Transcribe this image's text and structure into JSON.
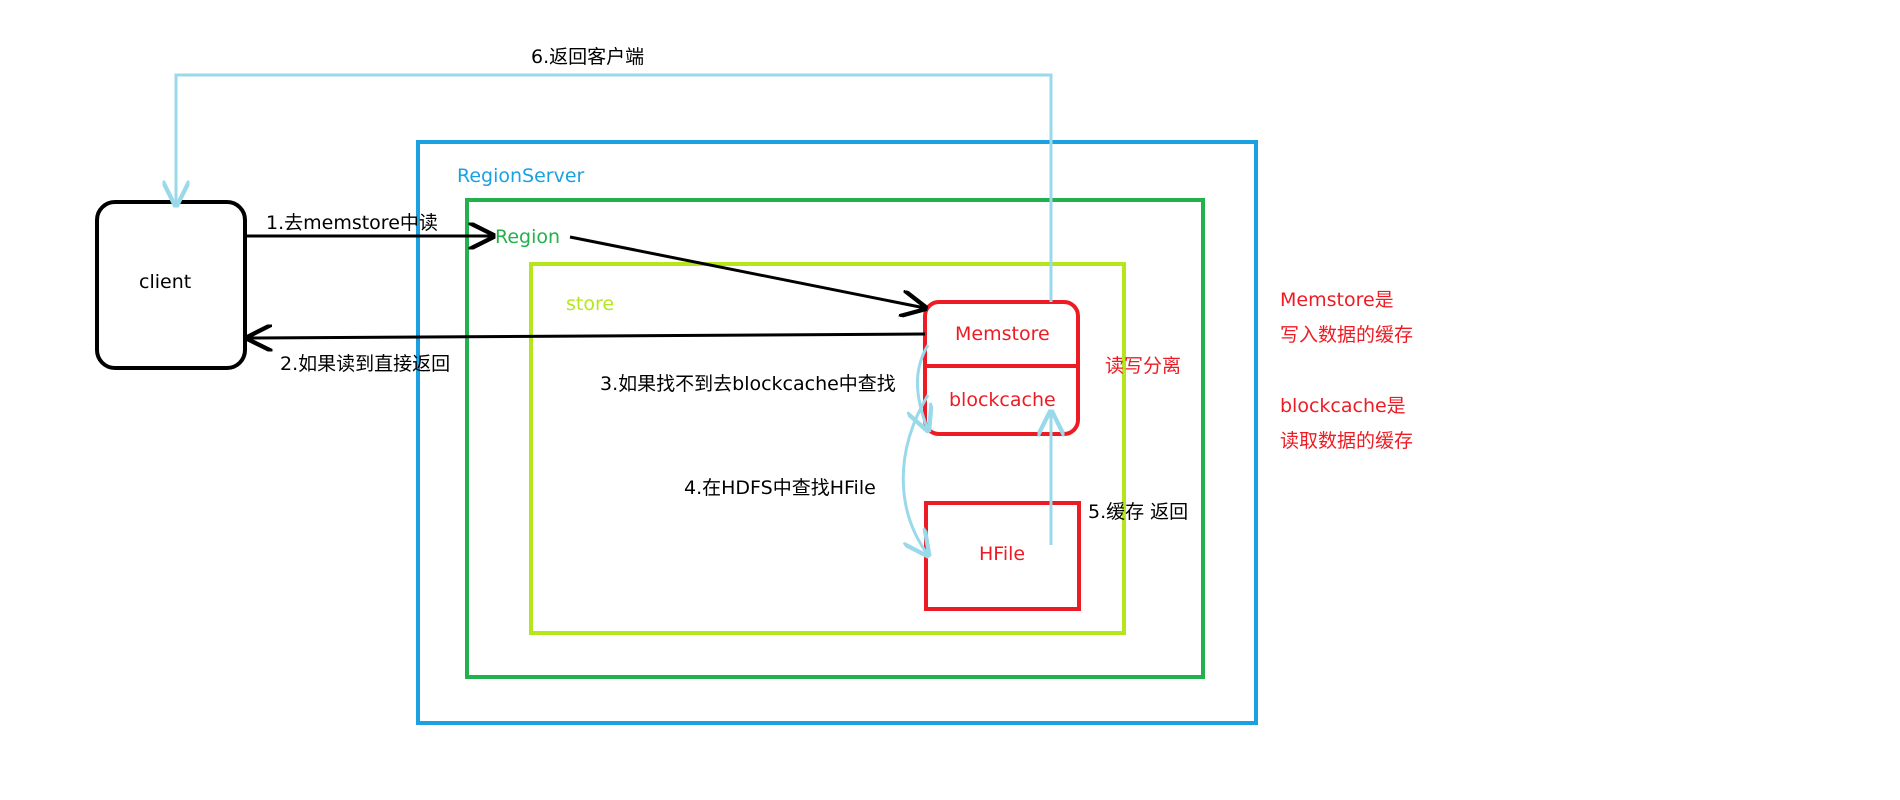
{
  "labels": {
    "client": "client",
    "region_server": "RegionServer",
    "region": "Region",
    "store": "store",
    "memstore": "Memstore",
    "blockcache": "blockcache",
    "hfile": "HFile",
    "step1": "1.去memstore中读",
    "step2": "2.如果读到直接返回",
    "step3": "3.如果找不到去blockcache中查找",
    "step4": "4.在HDFS中查找HFile",
    "step5": "5.缓存 返回",
    "step6": "6.返回客户端",
    "rw_separation": "读写分离",
    "note_memstore_1": "Memstore是",
    "note_memstore_2": "写入数据的缓存",
    "note_blockcache_1": "blockcache是",
    "note_blockcache_2": "读取数据的缓存"
  },
  "colors": {
    "region_server": "#1ba1e2",
    "region": "#22b14c",
    "store": "#b5e61d",
    "component": "#ed1c24",
    "flow": "#99d9ea",
    "text": "#000000"
  }
}
